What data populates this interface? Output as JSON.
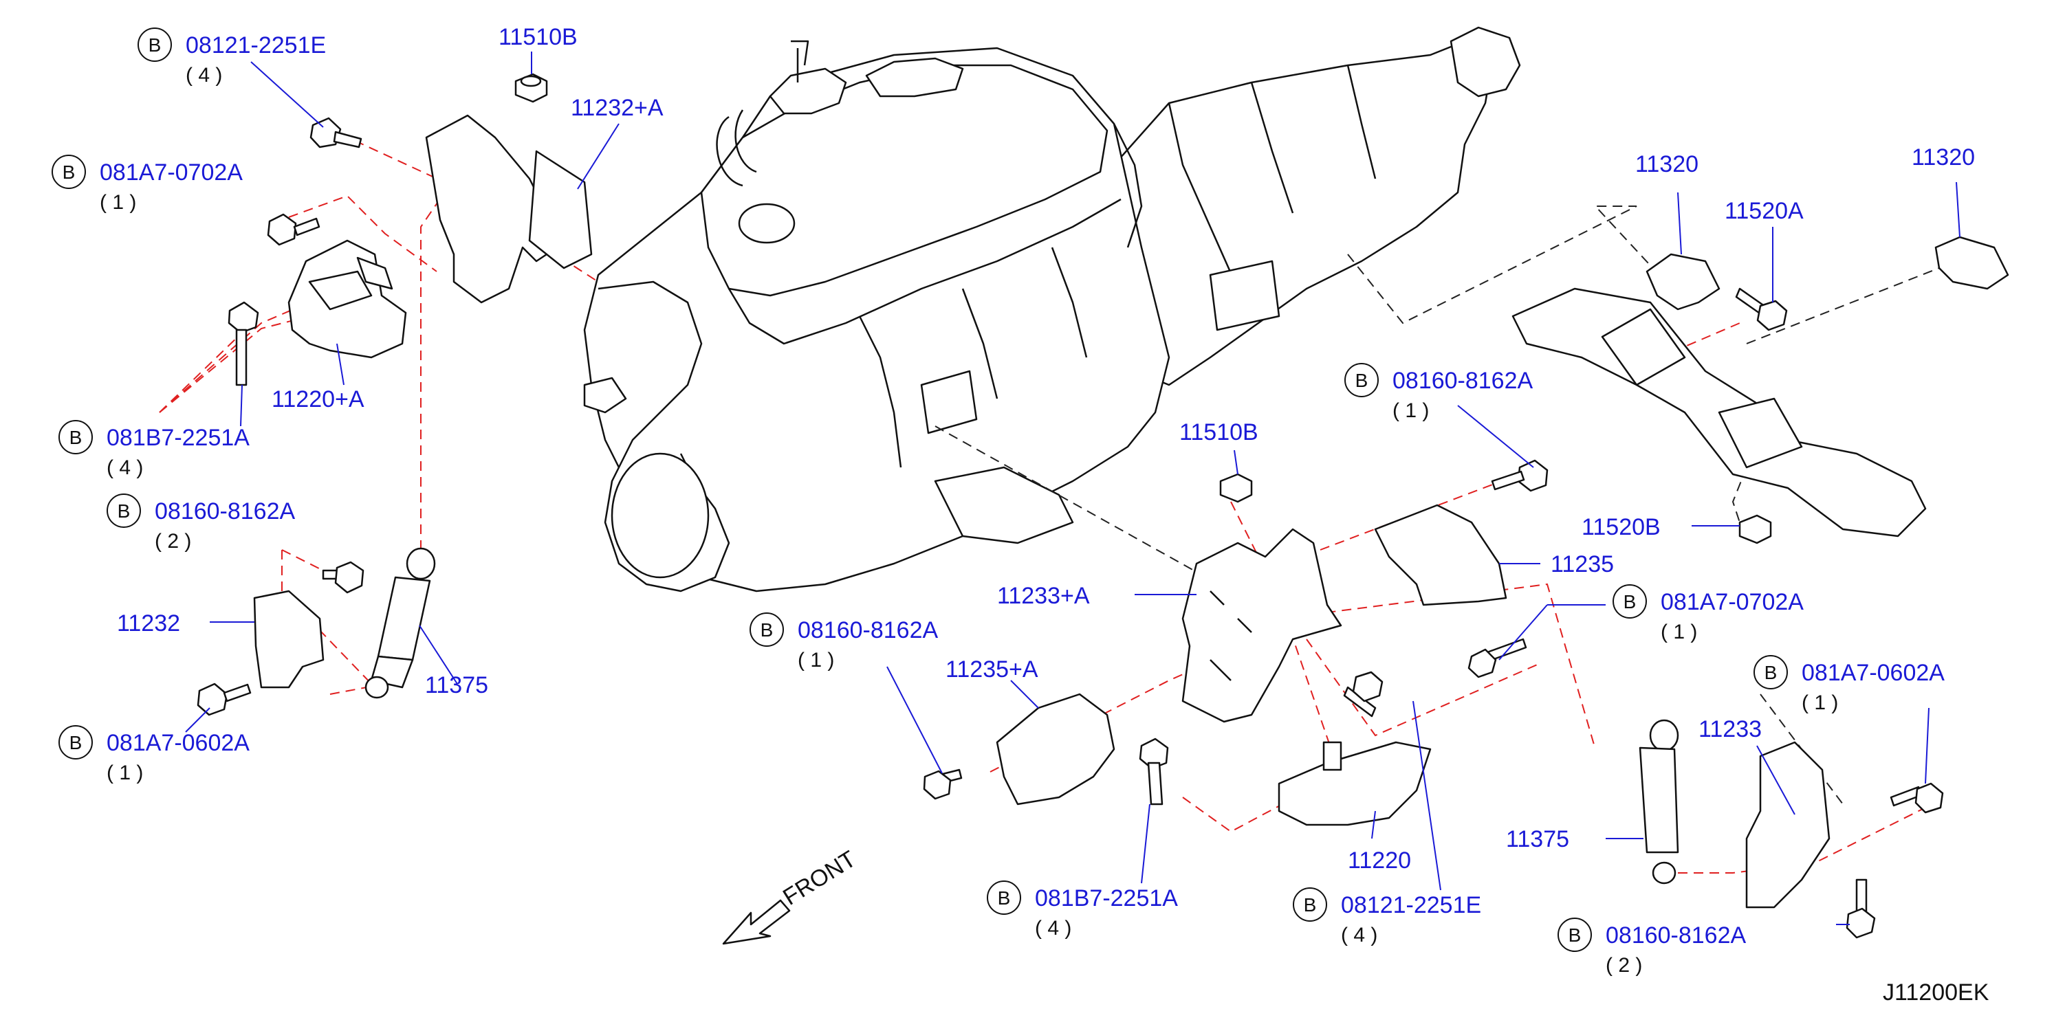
{
  "diagram_code": "J11200EK",
  "front_label": "FRONT",
  "bolt_prefix": "B",
  "callouts": [
    {
      "id": "c1",
      "part": "08121-2251E",
      "qty": "( 4 )",
      "prefix": true
    },
    {
      "id": "c2",
      "part": "11510B",
      "qty": "",
      "prefix": false
    },
    {
      "id": "c3",
      "part": "11232+A",
      "qty": "",
      "prefix": false
    },
    {
      "id": "c4",
      "part": "081A7-0702A",
      "qty": "( 1 )",
      "prefix": true
    },
    {
      "id": "c5",
      "part": "11220+A",
      "qty": "",
      "prefix": false
    },
    {
      "id": "c6",
      "part": "081B7-2251A",
      "qty": "( 4 )",
      "prefix": true
    },
    {
      "id": "c7",
      "part": "08160-8162A",
      "qty": "( 2 )",
      "prefix": true
    },
    {
      "id": "c8",
      "part": "11232",
      "qty": "",
      "prefix": false
    },
    {
      "id": "c9",
      "part": "11375",
      "qty": "",
      "prefix": false
    },
    {
      "id": "c10",
      "part": "081A7-0602A",
      "qty": "( 1 )",
      "prefix": true
    },
    {
      "id": "c11",
      "part": "11320",
      "qty": "",
      "prefix": false
    },
    {
      "id": "c12",
      "part": "11520A",
      "qty": "",
      "prefix": false
    },
    {
      "id": "c13",
      "part": "11320",
      "qty": "",
      "prefix": false
    },
    {
      "id": "c14",
      "part": "08160-8162A",
      "qty": "( 1 )",
      "prefix": true
    },
    {
      "id": "c15",
      "part": "11510B",
      "qty": "",
      "prefix": false
    },
    {
      "id": "c16",
      "part": "11520B",
      "qty": "",
      "prefix": false
    },
    {
      "id": "c17",
      "part": "11235",
      "qty": "",
      "prefix": false
    },
    {
      "id": "c18",
      "part": "11233+A",
      "qty": "",
      "prefix": false
    },
    {
      "id": "c19",
      "part": "081A7-0702A",
      "qty": "( 1 )",
      "prefix": true
    },
    {
      "id": "c20",
      "part": "08160-8162A",
      "qty": "( 1 )",
      "prefix": true
    },
    {
      "id": "c21",
      "part": "11235+A",
      "qty": "",
      "prefix": false
    },
    {
      "id": "c22",
      "part": "081A7-0602A",
      "qty": "( 1 )",
      "prefix": true
    },
    {
      "id": "c23",
      "part": "11233",
      "qty": "",
      "prefix": false
    },
    {
      "id": "c24",
      "part": "11375",
      "qty": "",
      "prefix": false
    },
    {
      "id": "c25",
      "part": "11220",
      "qty": "",
      "prefix": false
    },
    {
      "id": "c26",
      "part": "081B7-2251A",
      "qty": "( 4 )",
      "prefix": true
    },
    {
      "id": "c27",
      "part": "08121-2251E",
      "qty": "( 4 )",
      "prefix": true
    },
    {
      "id": "c28",
      "part": "08160-8162A",
      "qty": "( 2 )",
      "prefix": true
    }
  ]
}
